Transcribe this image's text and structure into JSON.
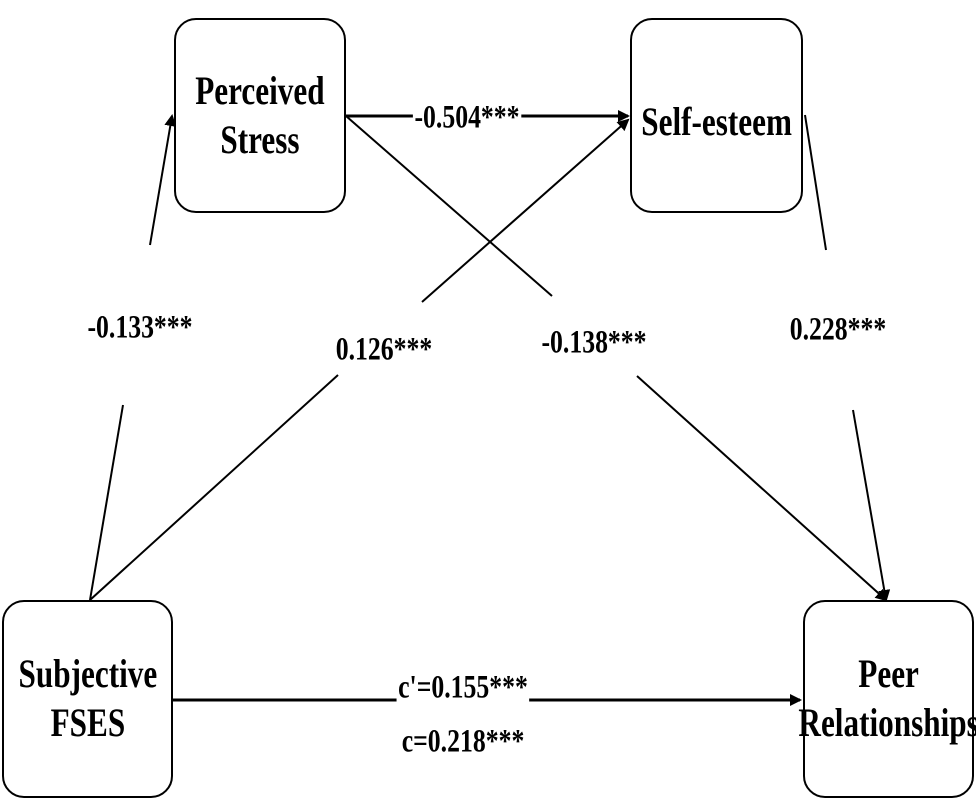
{
  "nodes": {
    "perceived_stress": {
      "line1": "Perceived",
      "line2": "Stress"
    },
    "self_esteem": {
      "line1": "Self-esteem"
    },
    "subjective_fses": {
      "line1": "Subjective",
      "line2": "FSES"
    },
    "peer_relationships": {
      "line1": "Peer",
      "line2": "Relationships"
    }
  },
  "paths": {
    "fses_to_stress": "-0.133***",
    "stress_to_esteem": "-0.504***",
    "fses_to_esteem": "0.126***",
    "stress_to_peer": "-0.138***",
    "esteem_to_peer": "0.228***",
    "direct_c_prime": "c'=0.155***",
    "total_c": "c=0.218***"
  }
}
